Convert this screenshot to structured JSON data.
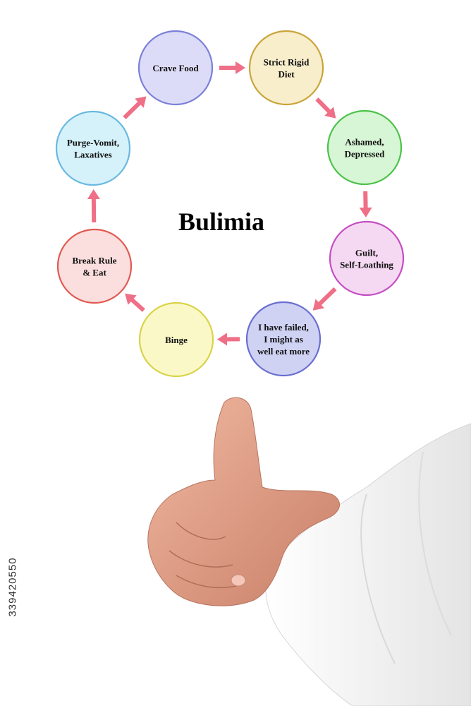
{
  "title": "Bulimia",
  "nodes": [
    {
      "lines": [
        "Crave Food"
      ],
      "fill": "#dcdcf8",
      "stroke": "#7b7fd8"
    },
    {
      "lines": [
        "Strict Rigid",
        "Diet"
      ],
      "fill": "#f8eecb",
      "stroke": "#c9a43a"
    },
    {
      "lines": [
        "Ashamed,",
        "Depressed"
      ],
      "fill": "#d7f6d5",
      "stroke": "#4cc24a"
    },
    {
      "lines": [
        "Guilt,",
        "Self-Loathing"
      ],
      "fill": "#f5d9f2",
      "stroke": "#c54dc4"
    },
    {
      "lines": [
        "I have failed,",
        "I might as",
        "well eat more"
      ],
      "fill": "#cfd2f3",
      "stroke": "#6a6fd0"
    },
    {
      "lines": [
        "Binge"
      ],
      "fill": "#fbf8c7",
      "stroke": "#d8d34a"
    },
    {
      "lines": [
        "Break Rule",
        "& Eat"
      ],
      "fill": "#fbdede",
      "stroke": "#e05a52"
    },
    {
      "lines": [
        "Purge-Vomit,",
        "Laxatives"
      ],
      "fill": "#d5f2fb",
      "stroke": "#6ab8e0"
    }
  ],
  "colors": {
    "arrow": "#ef6f86",
    "skin": "#e8a790",
    "shirt": "#f2f2f2"
  },
  "stock_id": "339420550"
}
